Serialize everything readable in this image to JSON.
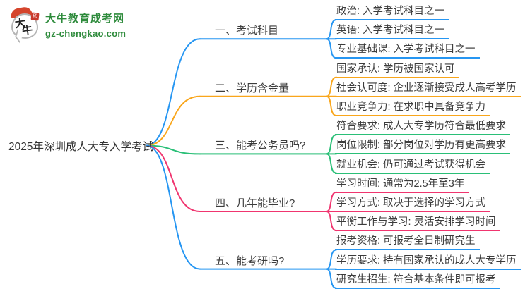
{
  "logo": {
    "bubble_text_1": "大",
    "bubble_text_2": "牛",
    "site_name": "大牛教育成考网",
    "site_url": "gz-chengkao.com",
    "brand_green": "#2e8b3c",
    "seal_red": "#c8382b",
    "hat_red": "#d5452c",
    "seal_glyph": "印"
  },
  "central": {
    "title": "2025年深圳成人大专入学考试"
  },
  "colors": {
    "blue": "#2696f2",
    "orange": "#f9a61b",
    "green": "#2abf77",
    "pink": "#f0356f"
  },
  "branches": [
    {
      "label": "一、考试科目",
      "color": "blue",
      "children": [
        "政治: 入学考试科目之一",
        "英语: 入学考试科目之一",
        "专业基础课: 入学考试科目之一"
      ]
    },
    {
      "label": "二、学历含金量",
      "color": "orange",
      "children": [
        "国家承认: 学历被国家认可",
        "社会认可度: 企业逐渐接受成人高考学历",
        "职业竞争力: 在求职中具备竞争力"
      ]
    },
    {
      "label": "三、能考公务员吗?",
      "color": "green",
      "children": [
        "符合要求: 成人大专学历符合最低要求",
        "岗位限制: 部分岗位对学历有更高要求",
        "就业机会: 仍可通过考试获得机会"
      ]
    },
    {
      "label": "四、几年能毕业?",
      "color": "pink",
      "children": [
        "学习时间: 通常为2.5年至3年",
        "学习方式: 取决于选择的学习方式",
        "平衡工作与学习: 灵活安排学习时间"
      ]
    },
    {
      "label": "五、能考研吗?",
      "color": "blue",
      "children": [
        "报考资格: 可报考全日制研究生",
        "学历要求: 持有国家承认的成人大专学历",
        "研究生招生: 符合基本条件即可报考"
      ]
    }
  ]
}
